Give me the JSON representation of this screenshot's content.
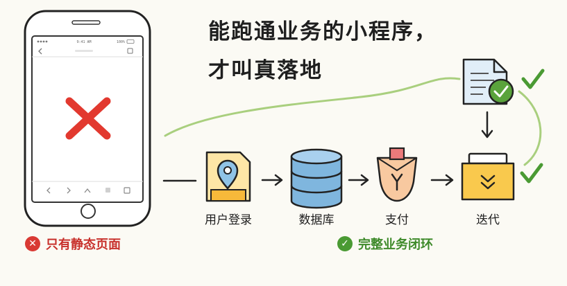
{
  "headline": {
    "line1": "能跑通业务的小程序，",
    "line2": "才叫真落地"
  },
  "phone": {
    "status_time": "9:41 AM",
    "status_battery": "100%",
    "state_icon": "red-cross-icon"
  },
  "flow": {
    "steps": [
      {
        "label": "用户登录",
        "icon": "map-pin-icon"
      },
      {
        "label": "数据库",
        "icon": "database-icon"
      },
      {
        "label": "支付",
        "icon": "payment-bag-icon"
      },
      {
        "label": "迭代",
        "icon": "inbox-download-icon"
      }
    ],
    "top_icon": "document-check-icon"
  },
  "notes": {
    "bad": "只有静态页面",
    "good": "完整业务闭环"
  },
  "colors": {
    "bad": "#d93a34",
    "good": "#4a9a33",
    "curve": "#a9cf7e"
  }
}
